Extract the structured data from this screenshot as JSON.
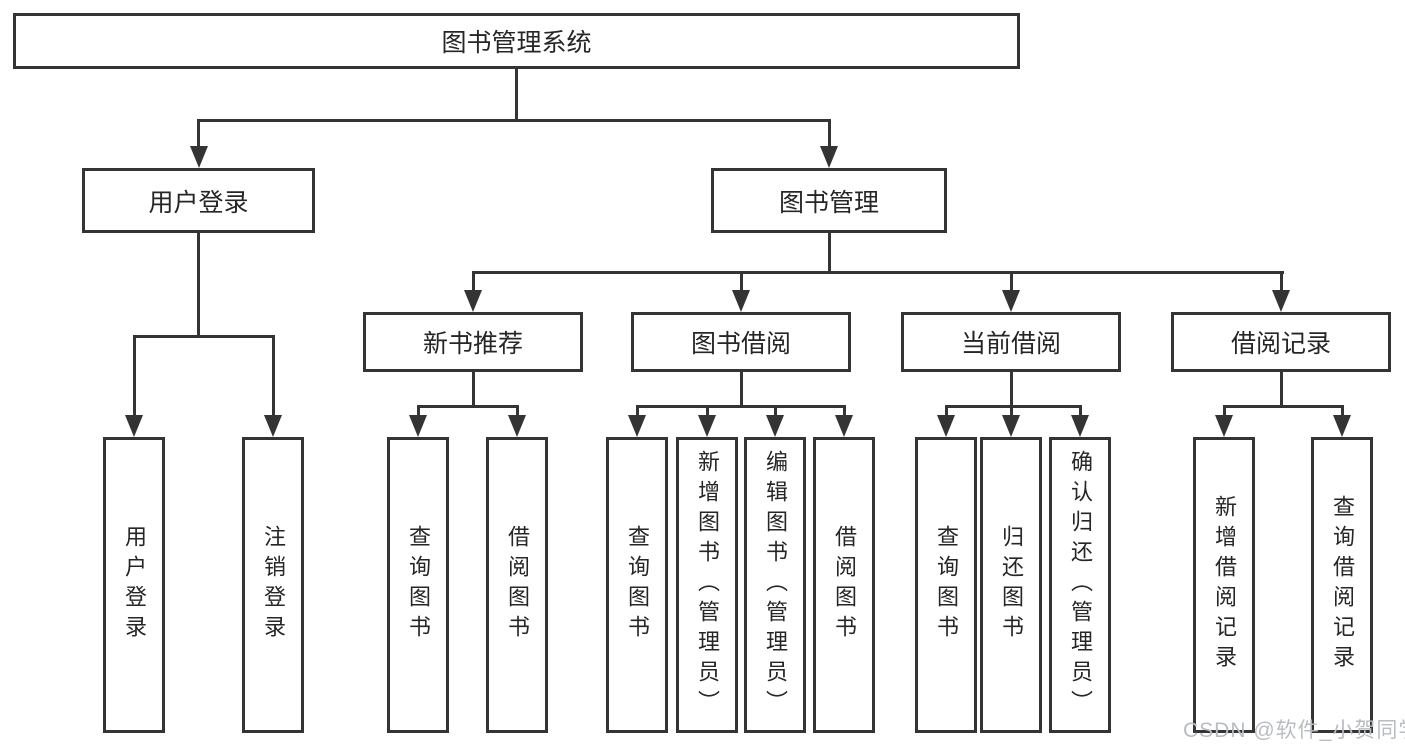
{
  "tree": {
    "label": "图书管理系统",
    "children": [
      {
        "label": "用户登录",
        "children": [
          {
            "label": "用户登录"
          },
          {
            "label": "注销登录"
          }
        ]
      },
      {
        "label": "图书管理",
        "children": [
          {
            "label": "新书推荐",
            "children": [
              {
                "label": "查询图书"
              },
              {
                "label": "借阅图书"
              }
            ]
          },
          {
            "label": "图书借阅",
            "children": [
              {
                "label": "查询图书"
              },
              {
                "label": "新增图书（管理员）"
              },
              {
                "label": "编辑图书（管理员）"
              },
              {
                "label": "借阅图书"
              }
            ]
          },
          {
            "label": "当前借阅",
            "children": [
              {
                "label": "查询图书"
              },
              {
                "label": "归还图书"
              },
              {
                "label": "确认归还（管理员）"
              }
            ]
          },
          {
            "label": "借阅记录",
            "children": [
              {
                "label": "新增借阅记录"
              },
              {
                "label": "查询借阅记录"
              }
            ]
          }
        ]
      }
    ]
  },
  "watermark": {
    "text": "CSDN @软件_小贺同学"
  },
  "colors": {
    "line": "#343434",
    "text": "#262626",
    "watermark": "#b9bdc3",
    "background": "#ffffff"
  }
}
